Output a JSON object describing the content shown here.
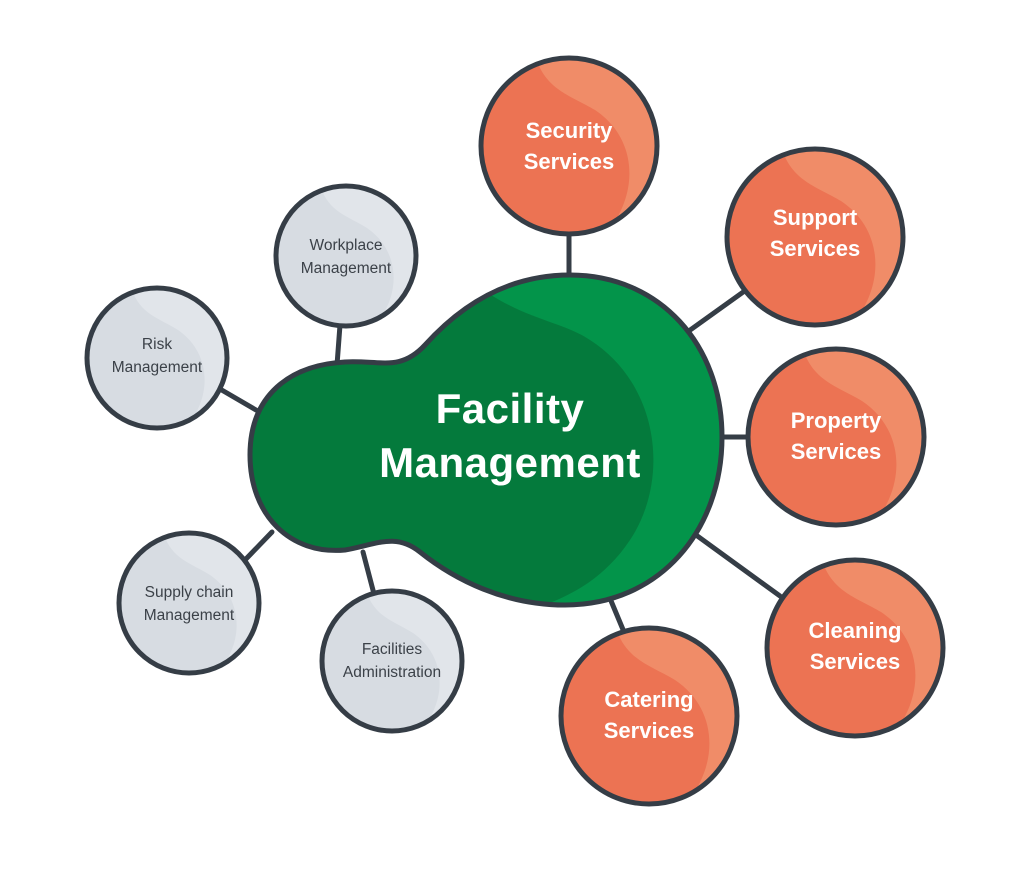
{
  "diagram": {
    "title": "Facility Management",
    "center": {
      "line1": "Facility",
      "line2": "Management",
      "fill": "#047a3c",
      "highlight": "#03944a"
    },
    "colors": {
      "stroke": "#353d46",
      "orange_fill": "#ec7353",
      "orange_highlight": "#f08c68",
      "gray_fill": "#d7dce2",
      "gray_highlight": "#e1e5ea",
      "gray_text": "#3b4148",
      "white_text": "#ffffff"
    },
    "orange_nodes": [
      {
        "id": "security",
        "line1": "Security",
        "line2": "Services"
      },
      {
        "id": "support",
        "line1": "Support",
        "line2": "Services"
      },
      {
        "id": "property",
        "line1": "Property",
        "line2": "Services"
      },
      {
        "id": "cleaning",
        "line1": "Cleaning",
        "line2": "Services"
      },
      {
        "id": "catering",
        "line1": "Catering",
        "line2": "Services"
      }
    ],
    "gray_nodes": [
      {
        "id": "workplace",
        "line1": "Workplace",
        "line2": "Management"
      },
      {
        "id": "risk",
        "line1": "Risk",
        "line2": "Management"
      },
      {
        "id": "supply-chain",
        "line1": "Supply chain",
        "line2": "Management"
      },
      {
        "id": "facilities-admin",
        "line1": "Facilities",
        "line2": "Administration"
      }
    ]
  }
}
